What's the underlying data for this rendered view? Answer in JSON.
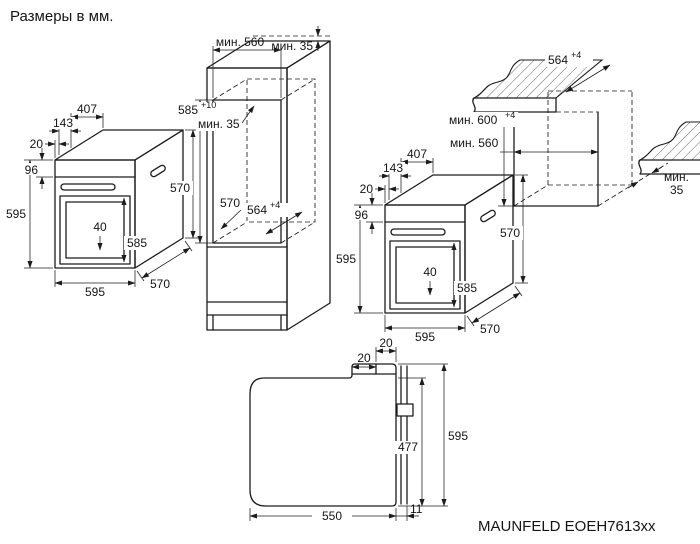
{
  "page": {
    "title": "Размеры в мм.",
    "model": "MAUNFELD EOEH7613xx"
  },
  "oven": {
    "top_edge": "20",
    "top_mid": "143",
    "top_depth": "407",
    "panel_height": "96",
    "height": "595",
    "width": "595",
    "body_height": "570",
    "depth": "570",
    "door_height": "585",
    "door_clearance": "40"
  },
  "tall_cabinet": {
    "niche_width": "мин. 560",
    "top_rear_gap": "мин. 35",
    "niche_height": "585",
    "niche_height_tol": "+10",
    "inner_rear_gap": "мин. 35",
    "oven_depth_ref": "570",
    "niche_depth": "564",
    "niche_depth_tol": "+4"
  },
  "base_cabinet": {
    "worktop_depth": "564",
    "worktop_depth_tol": "+4",
    "niche_height": "мин. 600",
    "niche_height_tol": "+4",
    "niche_width": "мин. 560",
    "rear_gap_label": "мин.",
    "rear_gap_value": "35"
  },
  "side_view": {
    "top_offset_a": "20",
    "top_offset_b": "20",
    "height": "595",
    "inner_height": "477",
    "depth": "550",
    "door_offset": "11"
  }
}
